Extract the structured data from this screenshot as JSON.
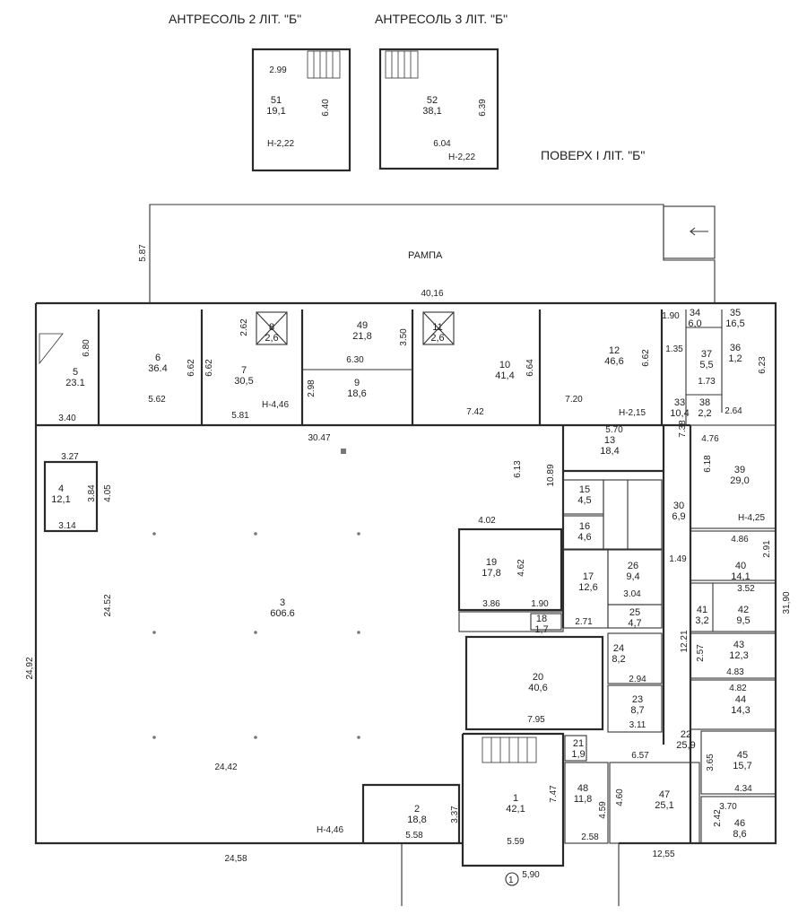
{
  "headers": {
    "mezz2": "АНТРЕСОЛЬ 2 ЛІТ. \"Б\"",
    "mezz3": "АНТРЕСОЛЬ 3 ЛІТ. \"Б\"",
    "floor": "ПОВЕРХ І ЛІТ. \"Б\""
  },
  "ramp_label": "РАМПА",
  "stair_marker": "1",
  "rooms": [
    {
      "id": "51",
      "no": "51",
      "area": "19,1"
    },
    {
      "id": "52",
      "no": "52",
      "area": "38,1"
    },
    {
      "id": "5",
      "no": "5",
      "area": "23.1"
    },
    {
      "id": "6",
      "no": "6",
      "area": "36.4"
    },
    {
      "id": "7",
      "no": "7",
      "area": "30,5"
    },
    {
      "id": "8",
      "no": "8",
      "area": "2,6"
    },
    {
      "id": "49",
      "no": "49",
      "area": "21,8"
    },
    {
      "id": "9",
      "no": "9",
      "area": "18,6"
    },
    {
      "id": "11",
      "no": "11",
      "area": "2,6"
    },
    {
      "id": "10",
      "no": "10",
      "area": "41,4"
    },
    {
      "id": "12",
      "no": "12",
      "area": "46,6"
    },
    {
      "id": "34",
      "no": "34",
      "area": "6,0"
    },
    {
      "id": "35",
      "no": "35",
      "area": "16,5"
    },
    {
      "id": "37",
      "no": "37",
      "area": "5,5"
    },
    {
      "id": "36",
      "no": "36",
      "area": "1,2"
    },
    {
      "id": "33",
      "no": "33",
      "area": "10,4"
    },
    {
      "id": "38",
      "no": "38",
      "area": "2,2"
    },
    {
      "id": "13",
      "no": "13",
      "area": "18,4"
    },
    {
      "id": "39",
      "no": "39",
      "area": "29,0"
    },
    {
      "id": "4",
      "no": "4",
      "area": "12,1"
    },
    {
      "id": "15",
      "no": "15",
      "area": "4,5"
    },
    {
      "id": "16",
      "no": "16",
      "area": "4,6"
    },
    {
      "id": "30",
      "no": "30",
      "area": "6,9"
    },
    {
      "id": "19",
      "no": "19",
      "area": "17,8"
    },
    {
      "id": "17",
      "no": "17",
      "area": "12,6"
    },
    {
      "id": "26",
      "no": "26",
      "area": "9,4"
    },
    {
      "id": "40",
      "no": "40",
      "area": "14,1"
    },
    {
      "id": "3",
      "no": "3",
      "area": "606.6"
    },
    {
      "id": "25",
      "no": "25",
      "area": "4,7"
    },
    {
      "id": "18",
      "no": "18",
      "area": "1,7"
    },
    {
      "id": "41",
      "no": "41",
      "area": "3,2"
    },
    {
      "id": "42",
      "no": "42",
      "area": "9,5"
    },
    {
      "id": "24",
      "no": "24",
      "area": "8,2"
    },
    {
      "id": "43",
      "no": "43",
      "area": "12,3"
    },
    {
      "id": "20",
      "no": "20",
      "area": "40,6"
    },
    {
      "id": "44",
      "no": "44",
      "area": "14,3"
    },
    {
      "id": "23",
      "no": "23",
      "area": "8,7"
    },
    {
      "id": "22",
      "no": "22",
      "area": "25,9"
    },
    {
      "id": "21",
      "no": "21",
      "area": "1,9"
    },
    {
      "id": "45",
      "no": "45",
      "area": "15,7"
    },
    {
      "id": "1",
      "no": "1",
      "area": "42,1"
    },
    {
      "id": "48",
      "no": "48",
      "area": "11,8"
    },
    {
      "id": "47",
      "no": "47",
      "area": "25,1"
    },
    {
      "id": "2",
      "no": "2",
      "area": "18,8"
    },
    {
      "id": "46",
      "no": "46",
      "area": "8,6"
    }
  ],
  "heights": [
    "Н-2,22",
    "Н-2,22",
    "Н-4,46",
    "Н-2,15",
    "Н-4,25",
    "Н-4,46"
  ],
  "dimensions": [
    "2.99",
    "6.40",
    "6.39",
    "6.04",
    "5.87",
    "40,16",
    "6.80",
    "3.40",
    "6.62",
    "6.62",
    "5.62",
    "5.81",
    "2.62",
    "6.30",
    "3.50",
    "2.98",
    "7.42",
    "6.64",
    "7.20",
    "6.62",
    "1.90",
    "1.35",
    "1.73",
    "6.23",
    "2.64",
    "30.47",
    "5.70",
    "7.38",
    "4.76",
    "6.18",
    "3.27",
    "3.84",
    "4.05",
    "3.14",
    "6.13",
    "10.89",
    "4.02",
    "4.62",
    "3.86",
    "1.90",
    "2.71",
    "3.04",
    "4.86",
    "2.91",
    "1.49",
    "3.52",
    "31,90",
    "24.52",
    "24,92",
    "2.94",
    "12.21",
    "2.57",
    "4.83",
    "4.82",
    "7.95",
    "3.11",
    "6.57",
    "3.65",
    "4.34",
    "24,42",
    "7.47",
    "4.59",
    "4.60",
    "3.70",
    "2.42",
    "3.37",
    "5.58",
    "5.59",
    "2.58",
    "12,55",
    "24,58",
    "5,90"
  ]
}
